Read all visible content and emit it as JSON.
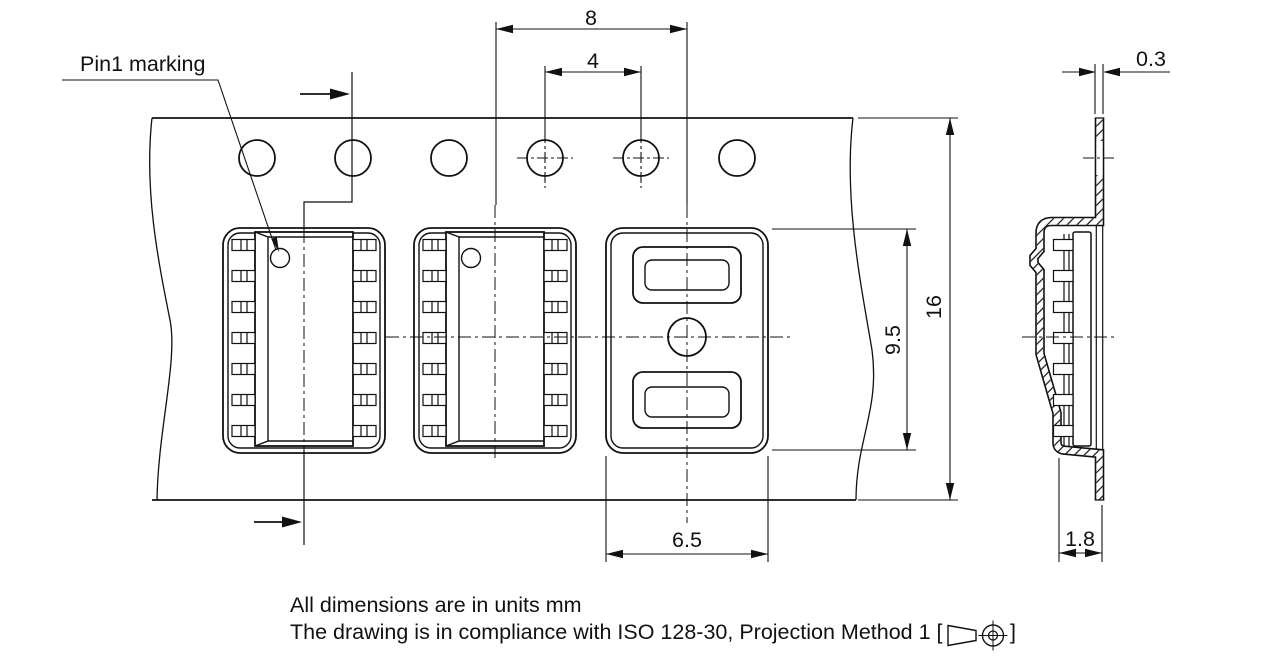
{
  "drawing": {
    "callout": "Pin1 marking",
    "dims": {
      "component_pitch": "8",
      "sprocket_pitch": "4",
      "tape_thickness": "0.3",
      "tape_width": "16",
      "pocket_length": "9.5",
      "pocket_width": "6.5",
      "pocket_depth": "1.8"
    },
    "notes": {
      "line1": "All dimensions are in units mm",
      "line2": "The drawing is in compliance with ISO 128-30, Projection Method 1 [",
      "line2_close": "]"
    },
    "colors": {
      "ink": "#111111",
      "paper": "#ffffff"
    }
  }
}
